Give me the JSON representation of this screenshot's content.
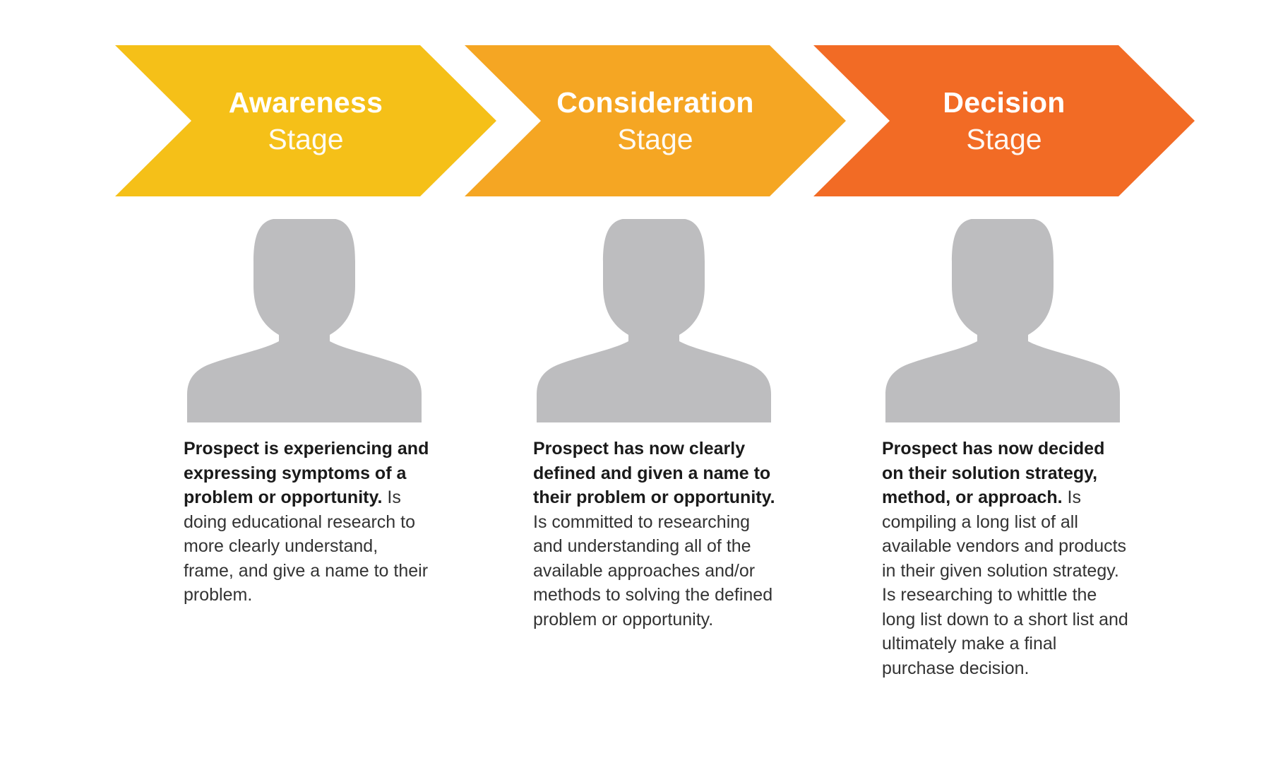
{
  "stages": [
    {
      "title": "Awareness",
      "subtitle": "Stage",
      "color": "#F5C018",
      "bold": "Prospect is experiencing and expressing symptoms of a problem or opportunity.",
      "text": " Is doing educational research to more clearly understand, frame, and give a name to their problem."
    },
    {
      "title": "Consideration",
      "subtitle": "Stage",
      "color": "#F5A623",
      "bold": "Prospect has now clearly defined and given a name to their problem or opportunity.",
      "text": " Is committed to researching and understanding all of the available approaches and/or methods to solving the defined problem or opportunity."
    },
    {
      "title": "Decision",
      "subtitle": "Stage",
      "color": "#F26B25",
      "bold": "Prospect has now decided on their solution strategy, method, or approach.",
      "text": " Is compiling a long list of all available vendors and products in their given solution strategy. Is researching to whittle the long list down to a short list and ultimately make a final purchase decision."
    }
  ],
  "colors": {
    "persona": "#BDBDBF",
    "body_text": "#333333"
  },
  "icons": {
    "persona": "person-silhouette-icon"
  }
}
